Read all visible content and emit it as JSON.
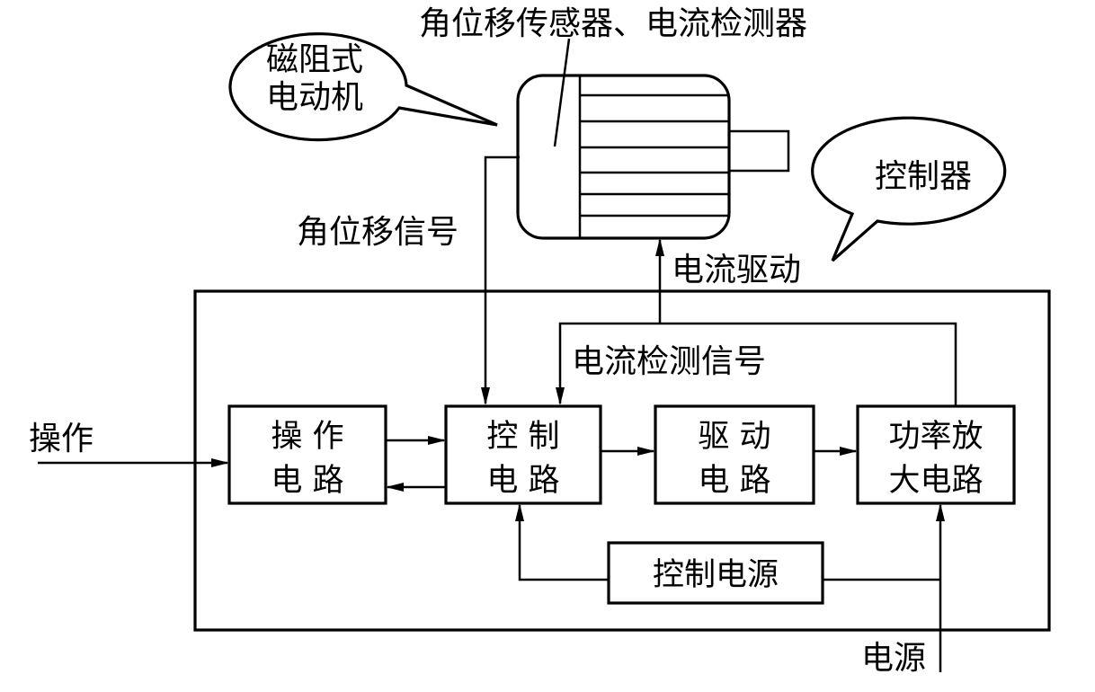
{
  "labels": {
    "sensor": "角位移传感器、电流检测器",
    "motor_callout_line1": "磁阻式",
    "motor_callout_line2": "电动机",
    "controller_callout": "控制器",
    "angle_signal": "角位移信号",
    "current_drive": "电流驱动",
    "current_detect_signal": "电流检测信号",
    "operate_input": "操作",
    "power_input": "电源"
  },
  "blocks": {
    "operate_circuit": {
      "line1": "操 作",
      "line2": "电 路"
    },
    "control_circuit": {
      "line1": "控 制",
      "line2": "电 路"
    },
    "drive_circuit": {
      "line1": "驱 动",
      "line2": "电 路"
    },
    "power_amp_circuit": {
      "line1": "功率放",
      "line2": "大电路"
    },
    "control_power": {
      "label": "控制电源"
    }
  },
  "colors": {
    "stroke": "#000000",
    "background": "#ffffff"
  }
}
